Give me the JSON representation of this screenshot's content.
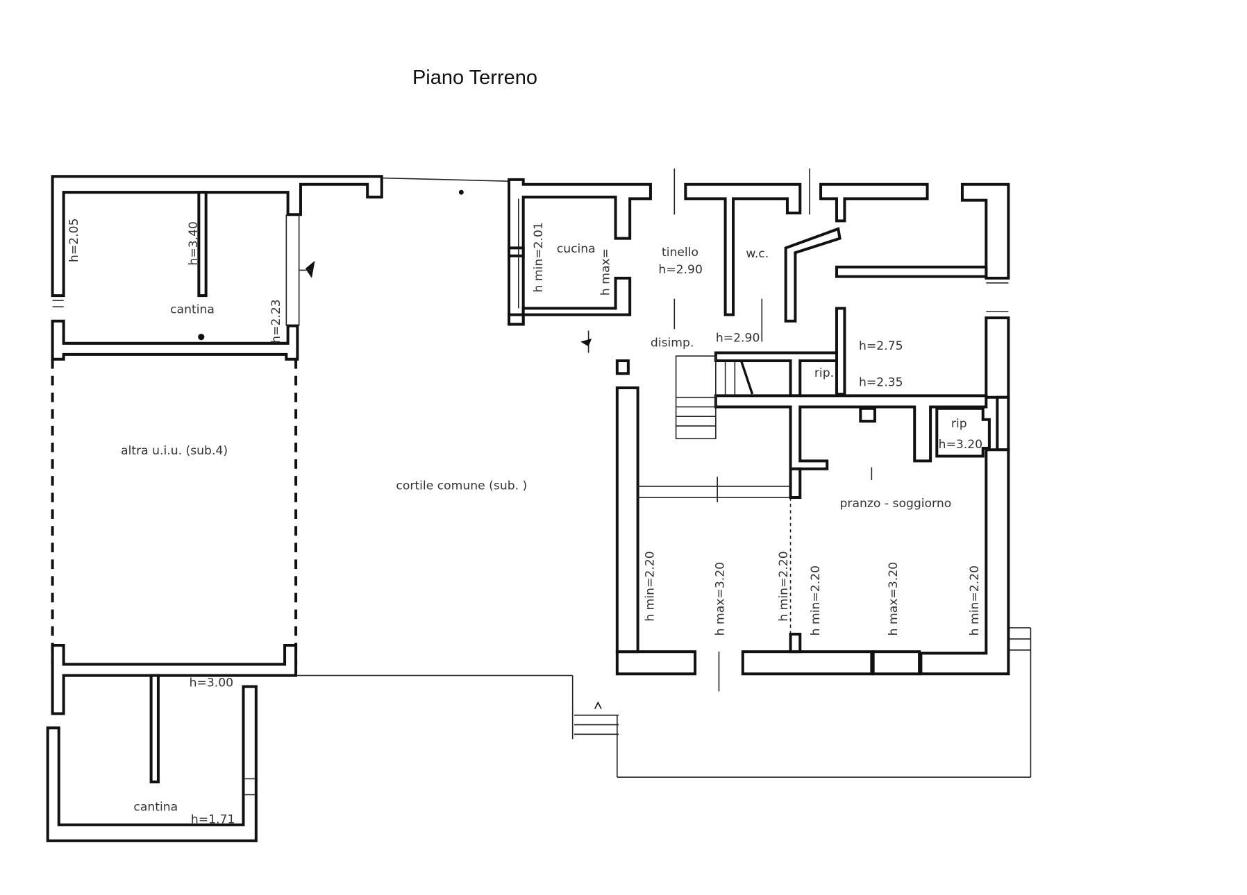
{
  "title": "Piano Terreno",
  "rooms": {
    "cantina_top": "cantina",
    "altra_uiu": "altra u.i.u. (sub.4)",
    "cortile": "cortile comune (sub. )",
    "cantina_bottom": "cantina",
    "cucina": "cucina",
    "tinello": "tinello",
    "wc": "w.c.",
    "disimp": "disimp.",
    "rip_small": "rip.",
    "rip_right": "rip",
    "pranzo": "pranzo - soggiorno"
  },
  "heights": {
    "h205": "h=2.05",
    "h340": "h=3.40",
    "h223": "h=2.23",
    "h301": "h min=2.01",
    "hmax_cucina": "h max=",
    "h290_tinello": "h=2.90",
    "h290_wc": "h=2.90",
    "h275": "h=2.75",
    "h235": "h=2.35",
    "h320_rip": "h=3.20",
    "h300": "h=3.00",
    "h171": "h=1.71",
    "hmin1": "h min=2.20",
    "hmax1": "h max=3.20",
    "hmin2": "h min=2.20",
    "hmin3": "h min=2.20",
    "hmax2": "h max=3.20",
    "hmin4": "h min=2.20"
  }
}
